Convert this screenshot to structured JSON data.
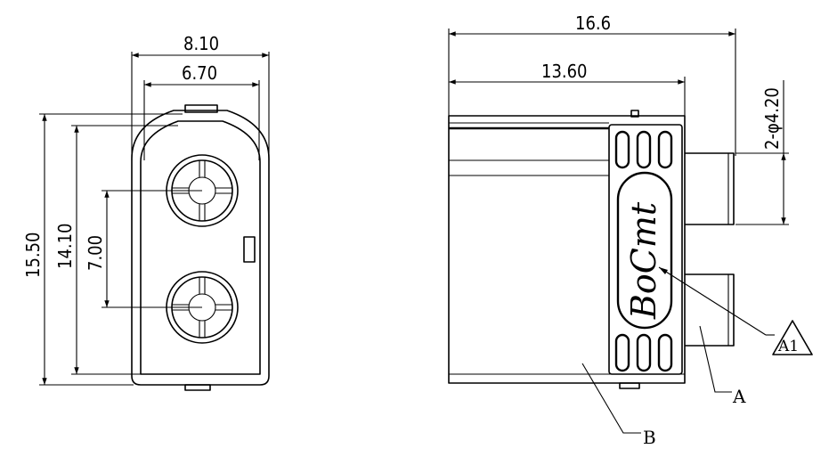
{
  "front_view": {
    "dimensions": {
      "width_outer": "8.10",
      "width_inner": "6.70",
      "height_outer": "15.50",
      "height_inner": "14.10",
      "pin_pitch": "7.00"
    }
  },
  "side_view": {
    "dimensions": {
      "length_overall": "16.6",
      "length_body": "13.60",
      "pin_diameter": "2-φ4.20"
    },
    "logo_text": "BoCmt",
    "callouts": {
      "a1": "A1",
      "a": "A",
      "b": "B"
    }
  }
}
